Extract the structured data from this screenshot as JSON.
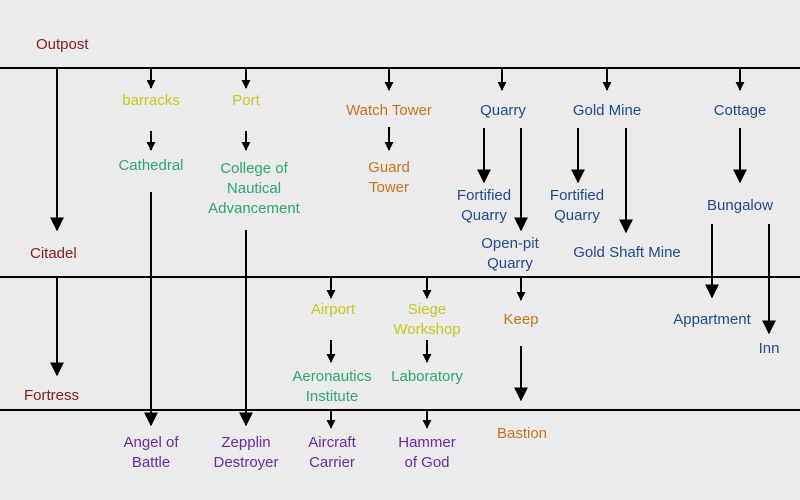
{
  "tiers": {
    "outpost": "Outpost",
    "citadel": "Citadel",
    "fortress": "Fortress"
  },
  "nodes": {
    "barracks": "barracks",
    "port": "Port",
    "watch_tower": "Watch Tower",
    "quarry": "Quarry",
    "gold_mine": "Gold Mine",
    "cottage": "Cottage",
    "cathedral": "Cathedral",
    "college": "College of\nNautical\nAdvancement",
    "guard_tower": "Guard\nTower",
    "fortified_quarry": "Fortified\nQuarry",
    "fortified_quarry_2": "Fortified\nQuarry",
    "bungalow": "Bungalow",
    "open_pit_quarry": "Open-pit\nQuarry",
    "gold_shaft_mine": "Gold Shaft Mine",
    "airport": "Airport",
    "siege_workshop": "Siege\nWorkshop",
    "keep": "Keep",
    "appartment": "Appartment",
    "inn": "Inn",
    "aeronautics_institute": "Aeronautics\nInstitute",
    "laboratory": "Laboratory",
    "angel_of_battle": "Angel of\nBattle",
    "zepplin_destroyer": "Zepplin\nDestroyer",
    "aircraft_carrier": "Aircraft\nCarrier",
    "hammer_of_god": "Hammer\nof God",
    "bastion": "Bastion"
  },
  "colors": {
    "tier": "#8b1a1a",
    "yellow": "#c8c81e",
    "orange": "#c8741e",
    "blue": "#1e4b8c",
    "green": "#2ea86e",
    "purple": "#6a2ba0"
  }
}
